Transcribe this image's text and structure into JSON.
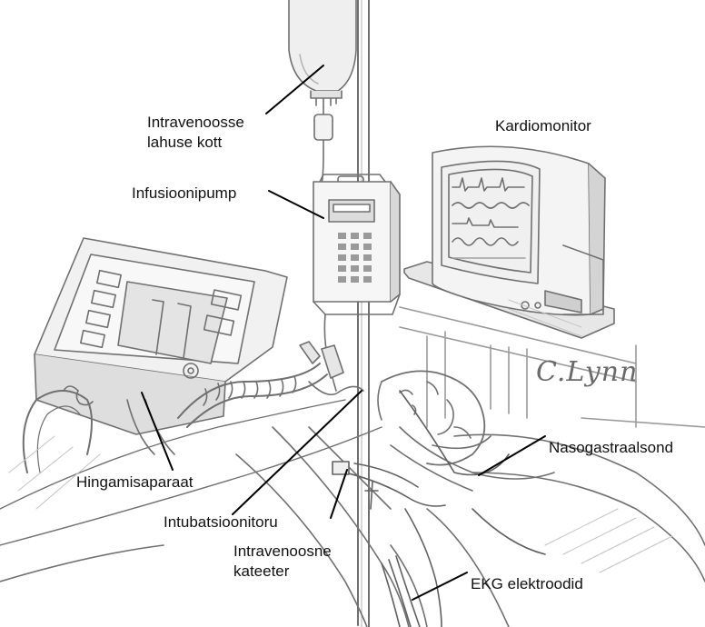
{
  "labels": {
    "iv_bag": [
      "Intravenoosse",
      "lahuse kott"
    ],
    "monitor": "Kardiomonitor",
    "pump": "Infusioonipump",
    "ventilator": "Hingamisaparaat",
    "nasogastric": "Nasogastraalsond",
    "intubation": "Intubatsioonitoru",
    "iv_catheter": [
      "Intravenoosne",
      "kateeter"
    ],
    "ecg": "EKG elektroodid"
  },
  "signature": "C.Lynn",
  "colors": {
    "sketch": "#6f6f6f",
    "shade": "#c9c9c9",
    "screen_light": "#e9e9e9",
    "leader": "#000000",
    "text": "#111111"
  }
}
